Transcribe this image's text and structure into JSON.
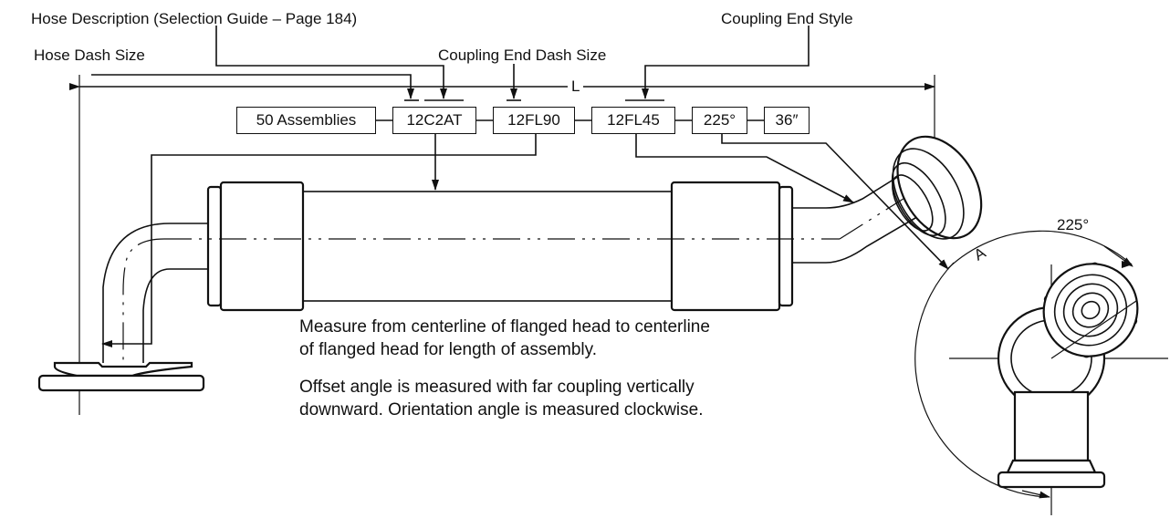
{
  "callouts": {
    "hose_description": "Hose Description (Selection Guide – Page 184)",
    "coupling_end_style": "Coupling End Style",
    "hose_dash_size": "Hose Dash Size",
    "coupling_end_dash_size": "Coupling End Dash Size"
  },
  "dimension": {
    "length_label": "L",
    "offset_angle_label": "A",
    "orientation_angle": "225°"
  },
  "part_code": {
    "quantity": "50 Assemblies",
    "hose": "12C2AT",
    "coupling_1": "12FL90",
    "coupling_2": "12FL45",
    "angle": "225°",
    "length": "36″"
  },
  "notes": {
    "line1": "Measure from centerline of flanged head to centerline",
    "line2": "of flanged head for length of assembly.",
    "line3": "Offset angle is measured with far coupling vertically",
    "line4": "downward. Orientation angle is measured clockwise."
  },
  "colors": {
    "ink": "#111111",
    "background": "#ffffff"
  },
  "icons": {
    "arrowhead": "arrow-head-icon"
  }
}
